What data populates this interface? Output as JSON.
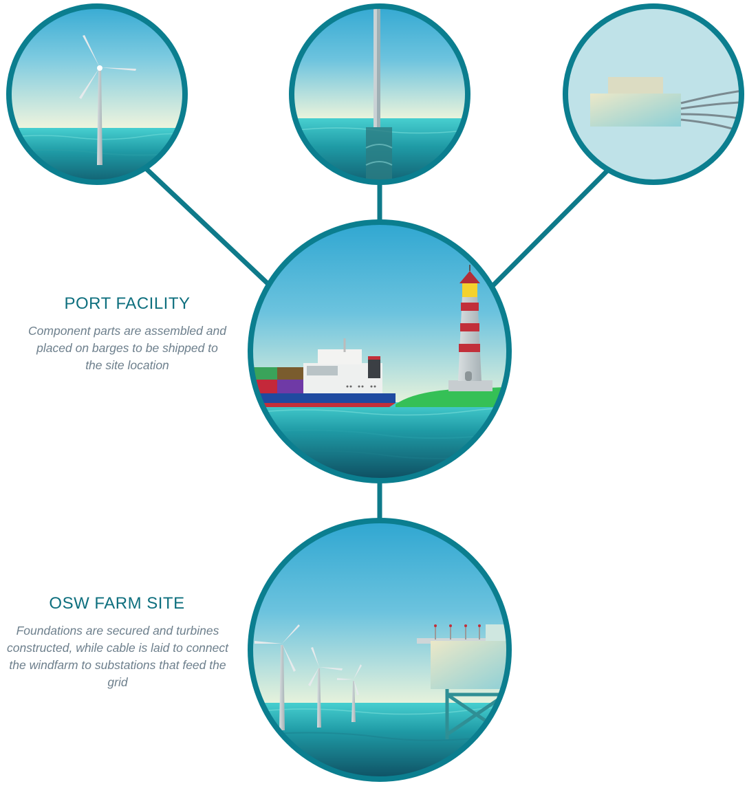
{
  "port_facility": {
    "title": "PORT FACILITY",
    "description": "Component parts are assembled and placed on barges to be shipped to the site location"
  },
  "osw_farm_site": {
    "title": "OSW FARM SITE",
    "description": "Foundations are secured and turbines constructed, while cable is laid to connect the windfarm to substations that feed the grid"
  },
  "nodes": [
    {
      "id": "turbine",
      "icon": "wind-turbine-icon"
    },
    {
      "id": "monopile",
      "icon": "monopile-foundation-icon"
    },
    {
      "id": "substation",
      "icon": "cable-substation-icon"
    },
    {
      "id": "port",
      "icon": "port-lighthouse-ship-icon"
    },
    {
      "id": "farm",
      "icon": "offshore-windfarm-icon"
    }
  ],
  "colors": {
    "ring": "#0b7e8f",
    "connector": "#0e7a8a",
    "title": "#0e6f7e",
    "description": "#6d7f8c",
    "sky_top": "#36aed6",
    "sky_horizon": "#eaf3dc",
    "sea_surface": "#3ec6c9",
    "sea_deep": "#0e4a5c",
    "cable_bg": "#bfe2e8"
  }
}
